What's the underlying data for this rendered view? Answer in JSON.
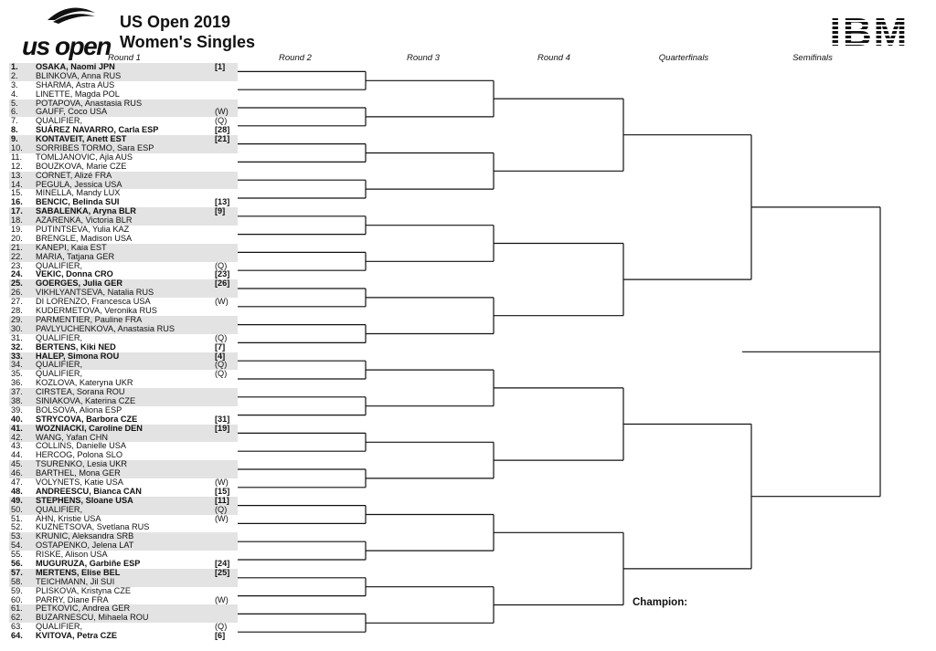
{
  "header": {
    "logo_text": "us open",
    "title_line1": "US Open 2019",
    "title_line2": "Women's Singles",
    "sponsor": "IBM"
  },
  "rounds": [
    "Round 1",
    "Round 2",
    "Round 3",
    "Round 4",
    "Quarterfinals",
    "Semifinals"
  ],
  "champion_label": "Champion:",
  "players": [
    {
      "num": "1.",
      "name": "OSAKA, Naomi JPN",
      "seed": "[1]",
      "bold": true
    },
    {
      "num": "2.",
      "name": "BLINKOVA, Anna RUS",
      "seed": "",
      "bold": false
    },
    {
      "num": "3.",
      "name": "SHARMA, Astra AUS",
      "seed": "",
      "bold": false
    },
    {
      "num": "4.",
      "name": "LINETTE, Magda POL",
      "seed": "",
      "bold": false
    },
    {
      "num": "5.",
      "name": "POTAPOVA, Anastasia RUS",
      "seed": "",
      "bold": false
    },
    {
      "num": "6.",
      "name": "GAUFF, Coco USA",
      "seed": "(W)",
      "bold": false
    },
    {
      "num": "7.",
      "name": "QUALIFIER,",
      "seed": "(Q)",
      "bold": false
    },
    {
      "num": "8.",
      "name": "SUÁREZ NAVARRO, Carla ESP",
      "seed": "[28]",
      "bold": true
    },
    {
      "num": "9.",
      "name": "KONTAVEIT, Anett EST",
      "seed": "[21]",
      "bold": true
    },
    {
      "num": "10.",
      "name": "SORRIBES TORMO, Sara ESP",
      "seed": "",
      "bold": false
    },
    {
      "num": "11.",
      "name": "TOMLJANOVIC, Ajla AUS",
      "seed": "",
      "bold": false
    },
    {
      "num": "12.",
      "name": "BOUZKOVA, Marie CZE",
      "seed": "",
      "bold": false
    },
    {
      "num": "13.",
      "name": "CORNET, Alizé FRA",
      "seed": "",
      "bold": false
    },
    {
      "num": "14.",
      "name": "PEGULA, Jessica USA",
      "seed": "",
      "bold": false
    },
    {
      "num": "15.",
      "name": "MINELLA, Mandy LUX",
      "seed": "",
      "bold": false
    },
    {
      "num": "16.",
      "name": "BENCIC, Belinda SUI",
      "seed": "[13]",
      "bold": true
    },
    {
      "num": "17.",
      "name": "SABALENKA, Aryna BLR",
      "seed": "[9]",
      "bold": true
    },
    {
      "num": "18.",
      "name": "AZARENKA, Victoria BLR",
      "seed": "",
      "bold": false
    },
    {
      "num": "19.",
      "name": "PUTINTSEVA, Yulia KAZ",
      "seed": "",
      "bold": false
    },
    {
      "num": "20.",
      "name": "BRENGLE, Madison USA",
      "seed": "",
      "bold": false
    },
    {
      "num": "21.",
      "name": "KANEPI, Kaia EST",
      "seed": "",
      "bold": false
    },
    {
      "num": "22.",
      "name": "MARIA, Tatjana GER",
      "seed": "",
      "bold": false
    },
    {
      "num": "23.",
      "name": "QUALIFIER,",
      "seed": "(Q)",
      "bold": false
    },
    {
      "num": "24.",
      "name": "VEKIC, Donna CRO",
      "seed": "[23]",
      "bold": true
    },
    {
      "num": "25.",
      "name": "GOERGES, Julia GER",
      "seed": "[26]",
      "bold": true
    },
    {
      "num": "26.",
      "name": "VIKHLYANTSEVA, Natalia RUS",
      "seed": "",
      "bold": false
    },
    {
      "num": "27.",
      "name": "DI LORENZO, Francesca USA",
      "seed": "(W)",
      "bold": false
    },
    {
      "num": "28.",
      "name": "KUDERMETOVA, Veronika RUS",
      "seed": "",
      "bold": false
    },
    {
      "num": "29.",
      "name": "PARMENTIER, Pauline FRA",
      "seed": "",
      "bold": false
    },
    {
      "num": "30.",
      "name": "PAVLYUCHENKOVA, Anastasia RUS",
      "seed": "",
      "bold": false
    },
    {
      "num": "31.",
      "name": "QUALIFIER,",
      "seed": "(Q)",
      "bold": false
    },
    {
      "num": "32.",
      "name": "BERTENS, Kiki NED",
      "seed": "[7]",
      "bold": true
    },
    {
      "num": "33.",
      "name": "HALEP, Simona ROU",
      "seed": "[4]",
      "bold": true
    },
    {
      "num": "34.",
      "name": "QUALIFIER,",
      "seed": "(Q)",
      "bold": false
    },
    {
      "num": "35.",
      "name": "QUALIFIER,",
      "seed": "(Q)",
      "bold": false
    },
    {
      "num": "36.",
      "name": "KOZLOVA, Kateryna UKR",
      "seed": "",
      "bold": false
    },
    {
      "num": "37.",
      "name": "CIRSTEA, Sorana ROU",
      "seed": "",
      "bold": false
    },
    {
      "num": "38.",
      "name": "SINIAKOVA, Katerina CZE",
      "seed": "",
      "bold": false
    },
    {
      "num": "39.",
      "name": "BOLSOVA, Aliona ESP",
      "seed": "",
      "bold": false
    },
    {
      "num": "40.",
      "name": "STRYCOVA, Barbora CZE",
      "seed": "[31]",
      "bold": true
    },
    {
      "num": "41.",
      "name": "WOZNIACKI, Caroline DEN",
      "seed": "[19]",
      "bold": true
    },
    {
      "num": "42.",
      "name": "WANG, Yafan CHN",
      "seed": "",
      "bold": false
    },
    {
      "num": "43.",
      "name": "COLLINS, Danielle USA",
      "seed": "",
      "bold": false
    },
    {
      "num": "44.",
      "name": "HERCOG, Polona SLO",
      "seed": "",
      "bold": false
    },
    {
      "num": "45.",
      "name": "TSURENKO, Lesia UKR",
      "seed": "",
      "bold": false
    },
    {
      "num": "46.",
      "name": "BARTHEL, Mona GER",
      "seed": "",
      "bold": false
    },
    {
      "num": "47.",
      "name": "VOLYNETS, Katie USA",
      "seed": "(W)",
      "bold": false
    },
    {
      "num": "48.",
      "name": "ANDREESCU, Bianca CAN",
      "seed": "[15]",
      "bold": true
    },
    {
      "num": "49.",
      "name": "STEPHENS, Sloane USA",
      "seed": "[11]",
      "bold": true
    },
    {
      "num": "50.",
      "name": "QUALIFIER,",
      "seed": "(Q)",
      "bold": false
    },
    {
      "num": "51.",
      "name": "AHN, Kristie USA",
      "seed": "(W)",
      "bold": false
    },
    {
      "num": "52.",
      "name": "KUZNETSOVA, Svetlana RUS",
      "seed": "",
      "bold": false
    },
    {
      "num": "53.",
      "name": "KRUNIC, Aleksandra SRB",
      "seed": "",
      "bold": false
    },
    {
      "num": "54.",
      "name": "OSTAPENKO, Jelena LAT",
      "seed": "",
      "bold": false
    },
    {
      "num": "55.",
      "name": "RISKE, Alison USA",
      "seed": "",
      "bold": false
    },
    {
      "num": "56.",
      "name": "MUGURUZA, Garbiñe ESP",
      "seed": "[24]",
      "bold": true
    },
    {
      "num": "57.",
      "name": "MERTENS, Elise BEL",
      "seed": "[25]",
      "bold": true
    },
    {
      "num": "58.",
      "name": "TEICHMANN, Jil SUI",
      "seed": "",
      "bold": false
    },
    {
      "num": "59.",
      "name": "PLISKOVA, Kristyna CZE",
      "seed": "",
      "bold": false
    },
    {
      "num": "60.",
      "name": "PARRY, Diane FRA",
      "seed": "(W)",
      "bold": false
    },
    {
      "num": "61.",
      "name": "PETKOVIC, Andrea GER",
      "seed": "",
      "bold": false
    },
    {
      "num": "62.",
      "name": "BUZARNESCU, Mihaela ROU",
      "seed": "",
      "bold": false
    },
    {
      "num": "63.",
      "name": "QUALIFIER,",
      "seed": "(Q)",
      "bold": false
    },
    {
      "num": "64.",
      "name": "KVITOVA, Petra CZE",
      "seed": "[6]",
      "bold": true
    }
  ]
}
